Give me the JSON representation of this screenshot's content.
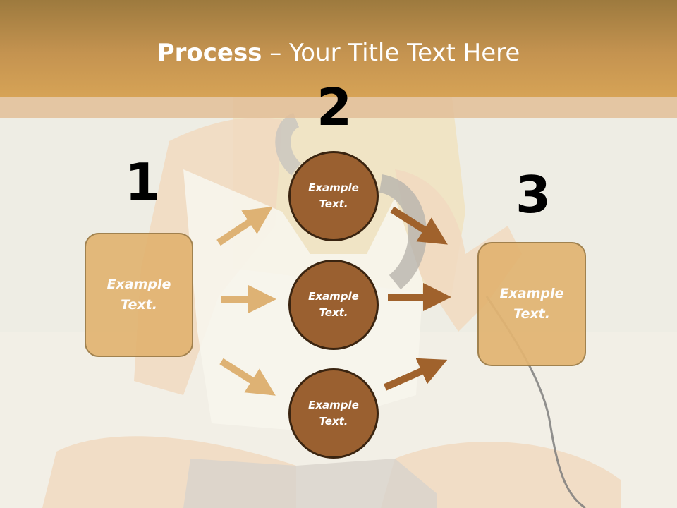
{
  "title": {
    "bold": "Process",
    "rest": " – Your Title Text Here"
  },
  "numbers": [
    "1",
    "2",
    "3"
  ],
  "boxes": {
    "left": {
      "line1": "Example",
      "line2": "Text."
    },
    "right": {
      "line1": "Example",
      "line2": "Text."
    }
  },
  "circles": [
    {
      "line1": "Example",
      "line2": "Text."
    },
    {
      "line1": "Example",
      "line2": "Text."
    },
    {
      "line1": "Example",
      "line2": "Text."
    }
  ],
  "colors": {
    "header": "#c49350",
    "box_fill": "#e2b472",
    "circle_fill": "#9a6030",
    "arrow_light": "#deb274",
    "arrow_dark": "#a0622c"
  }
}
